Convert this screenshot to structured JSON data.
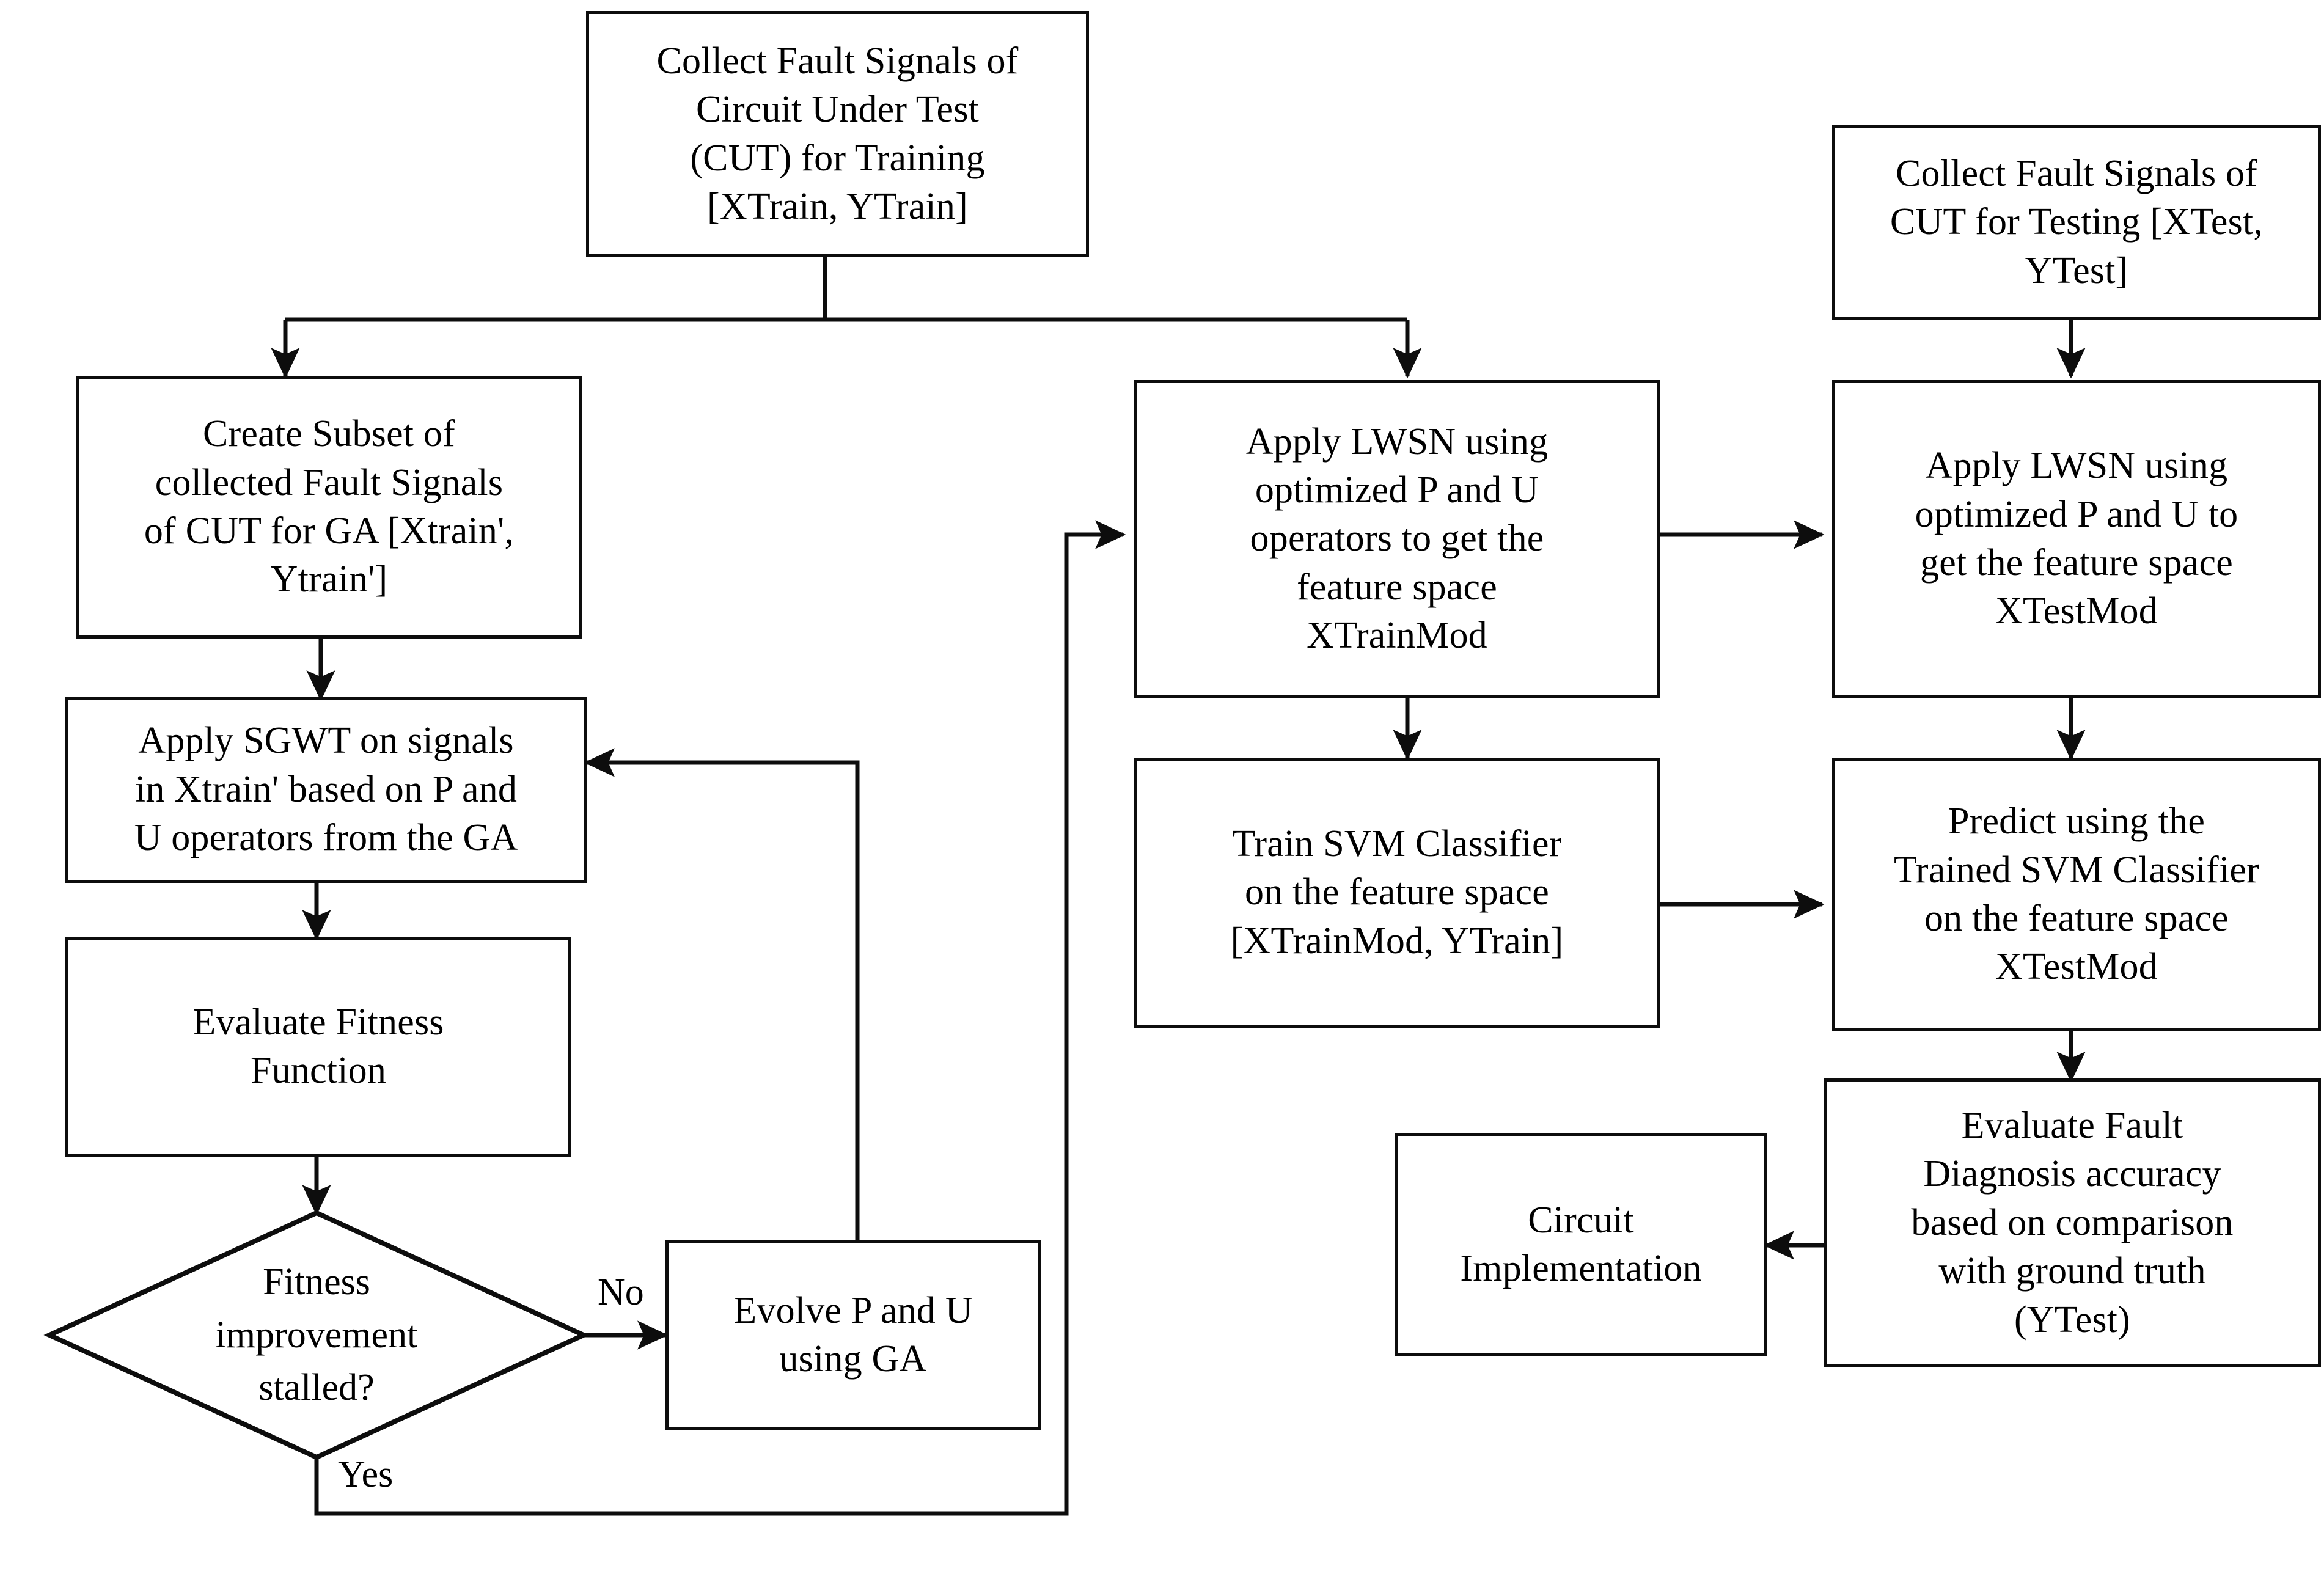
{
  "diagram": {
    "title": "Fault diagnosis flowchart using SGWT, GA and SVM",
    "type": "flowchart",
    "stroke_color": "#0d0d0d",
    "background_color": "#ffffff",
    "text_color": "#000000"
  },
  "nodes": {
    "collect_train": {
      "shape": "rectangle",
      "text": "Collect Fault Signals of\nCircuit Under Test\n(CUT) for Training\n[XTrain, YTrain]"
    },
    "collect_test": {
      "shape": "rectangle",
      "text": "Collect Fault Signals of\nCUT for Testing [XTest,\nYTest]"
    },
    "create_subset": {
      "shape": "rectangle",
      "text": "Create Subset of\ncollected Fault Signals\nof CUT for GA [Xtrain',\nYtrain']"
    },
    "apply_sgwt": {
      "shape": "rectangle",
      "text": "Apply SGWT on signals\nin Xtrain' based on P and\nU operators from the GA"
    },
    "evaluate_fitness": {
      "shape": "rectangle",
      "text": "Evaluate Fitness\nFunction"
    },
    "fitness_decision": {
      "shape": "diamond",
      "text": "Fitness\nimprovement\nstalled?"
    },
    "evolve_pu": {
      "shape": "rectangle",
      "text": "Evolve P and U\nusing GA"
    },
    "apply_lwsn_train": {
      "shape": "rectangle",
      "text": "Apply LWSN using\noptimized P and U\noperators to get the\nfeature space\nXTrainMod"
    },
    "train_svm": {
      "shape": "rectangle",
      "text": "Train SVM Classifier\non the feature space\n[XTrainMod, YTrain]"
    },
    "apply_lwsn_test": {
      "shape": "rectangle",
      "text": "Apply LWSN using\noptimized P and U to\nget the feature space\nXTestMod"
    },
    "predict_svm": {
      "shape": "rectangle",
      "text": "Predict using the\nTrained SVM Classifier\non the feature space\nXTestMod"
    },
    "evaluate_accuracy": {
      "shape": "rectangle",
      "text": "Evaluate Fault\nDiagnosis accuracy\nbased on comparison\nwith ground truth\n(YTest)"
    },
    "circuit_implementation": {
      "shape": "rectangle",
      "text": "Circuit\nImplementation"
    }
  },
  "edge_labels": {
    "no": "No",
    "yes": "Yes"
  },
  "edges": [
    {
      "from": "collect_train",
      "to": "create_subset",
      "label": ""
    },
    {
      "from": "collect_train",
      "to": "apply_lwsn_train",
      "label": ""
    },
    {
      "from": "collect_test",
      "to": "apply_lwsn_test",
      "label": ""
    },
    {
      "from": "create_subset",
      "to": "apply_sgwt",
      "label": ""
    },
    {
      "from": "apply_sgwt",
      "to": "evaluate_fitness",
      "label": ""
    },
    {
      "from": "evaluate_fitness",
      "to": "fitness_decision",
      "label": ""
    },
    {
      "from": "fitness_decision",
      "to": "evolve_pu",
      "label": "No"
    },
    {
      "from": "evolve_pu",
      "to": "apply_sgwt",
      "label": ""
    },
    {
      "from": "fitness_decision",
      "to": "apply_lwsn_train",
      "label": "Yes"
    },
    {
      "from": "apply_lwsn_train",
      "to": "apply_lwsn_test",
      "label": ""
    },
    {
      "from": "apply_lwsn_train",
      "to": "train_svm",
      "label": ""
    },
    {
      "from": "train_svm",
      "to": "predict_svm",
      "label": ""
    },
    {
      "from": "apply_lwsn_test",
      "to": "predict_svm",
      "label": ""
    },
    {
      "from": "predict_svm",
      "to": "evaluate_accuracy",
      "label": ""
    },
    {
      "from": "evaluate_accuracy",
      "to": "circuit_implementation",
      "label": ""
    }
  ]
}
